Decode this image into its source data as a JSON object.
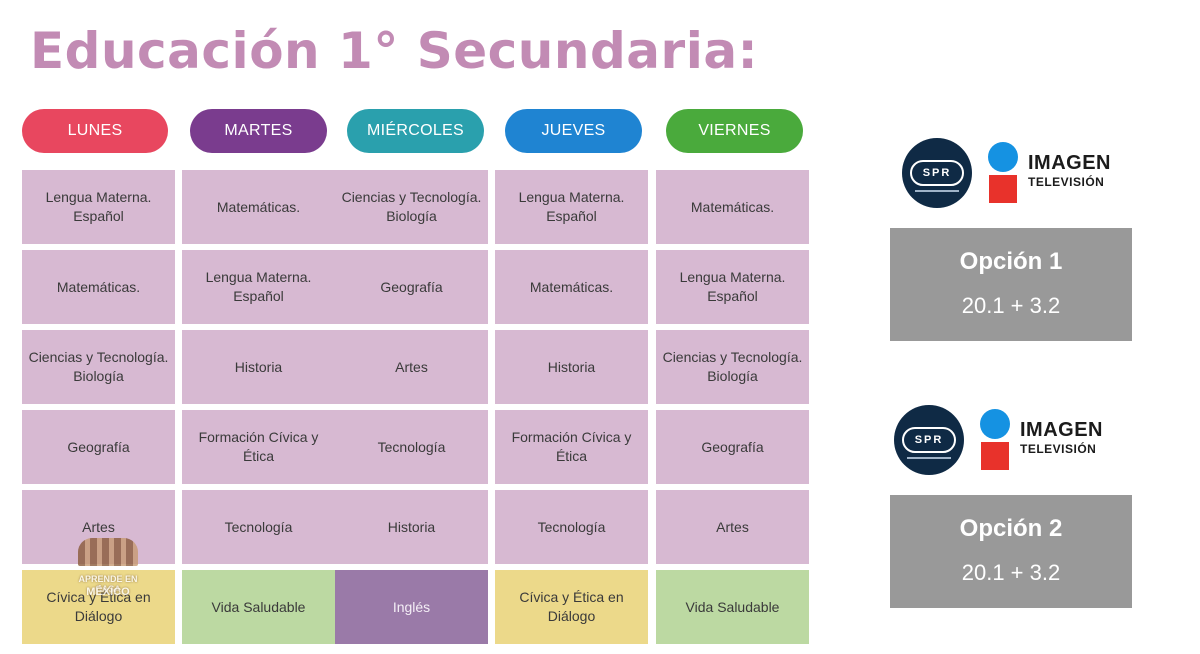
{
  "title": "Educación 1° Secundaria:",
  "days": [
    {
      "label": "LUNES",
      "color": "#e8475f"
    },
    {
      "label": "MARTES",
      "color": "#7a3c8e"
    },
    {
      "label": "MIÉRCOLES",
      "color": "#2aa0ad"
    },
    {
      "label": "JUEVES",
      "color": "#1f84d2"
    },
    {
      "label": "VIERNES",
      "color": "#4aaa3c"
    }
  ],
  "schedule": [
    [
      "Lengua Materna. Español",
      "Matemáticas.",
      "Ciencias y Tecnología. Biología",
      "Lengua Materna. Español",
      "Matemáticas."
    ],
    [
      "Matemáticas.",
      "Lengua Materna. Español",
      "Geografía",
      "Matemáticas.",
      "Lengua Materna. Español"
    ],
    [
      "Ciencias y Tecnología. Biología",
      "Historia",
      "Artes",
      "Historia",
      "Ciencias y Tecnología. Biología"
    ],
    [
      "Geografía",
      "Formación Cívica y Ética",
      "Tecnología",
      "Formación Cívica y Ética",
      "Geografía"
    ],
    [
      "Artes",
      "Tecnología",
      "Historia",
      "Tecnología",
      "Artes"
    ],
    [
      "Cívica y Ética en Diálogo",
      "Vida Saludable",
      "Inglés",
      "Cívica y Ética en Diálogo",
      "Vida Saludable"
    ]
  ],
  "last_row_colors": [
    "yellow",
    "green",
    "purple",
    "yellow",
    "green"
  ],
  "logos": {
    "spr": "SPR",
    "imagen_line1": "IMAGEN",
    "imagen_line2": "TELEVISIÓN"
  },
  "options": [
    {
      "title": "Opción 1",
      "channels": "20.1  +  3.2"
    },
    {
      "title": "Opción 2",
      "channels": "20.1  +  3.2"
    }
  ],
  "watermark": {
    "line1": "APRENDE EN CASA",
    "line2": "MÉXICO"
  }
}
